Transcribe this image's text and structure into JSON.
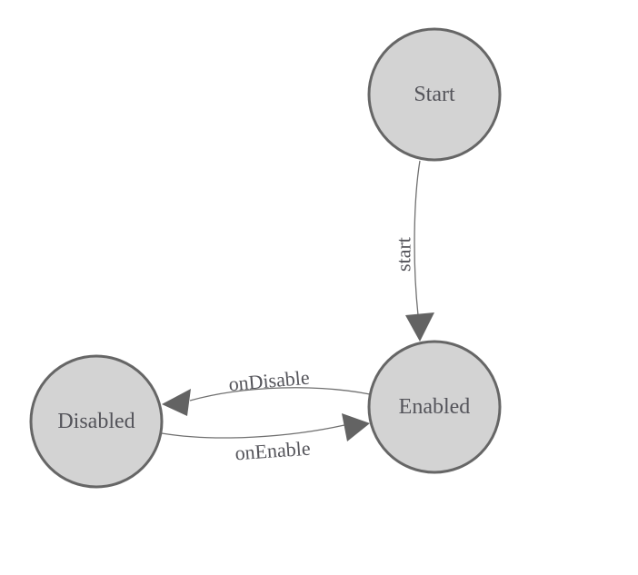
{
  "diagram": {
    "type": "state-machine-diagram",
    "colors": {
      "bg": "#ffffff",
      "node_fill": "#d3d3d3",
      "node_stroke": "#666666",
      "edge_stroke": "#707070",
      "arrow_fill": "#636363",
      "text": "#54545a"
    },
    "nodes": [
      {
        "id": "start",
        "label": "Start"
      },
      {
        "id": "enabled",
        "label": "Enabled"
      },
      {
        "id": "disabled",
        "label": "Disabled"
      }
    ],
    "edges": [
      {
        "from": "start",
        "to": "enabled",
        "label": "start"
      },
      {
        "from": "enabled",
        "to": "disabled",
        "label": "onDisable"
      },
      {
        "from": "disabled",
        "to": "enabled",
        "label": "onEnable"
      }
    ]
  }
}
